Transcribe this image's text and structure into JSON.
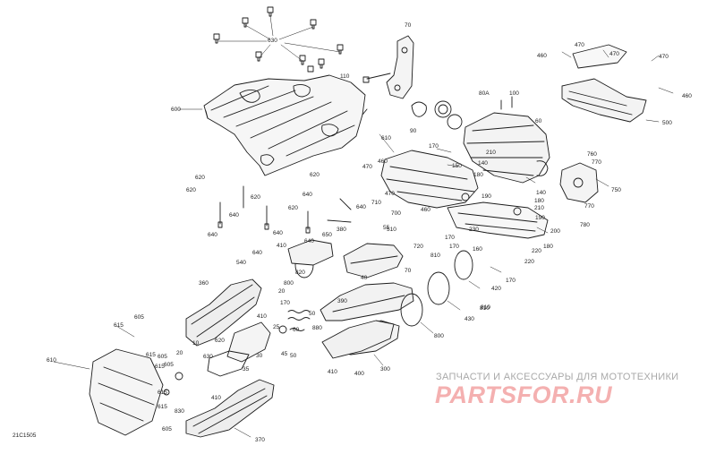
{
  "drawing_code": "21C1505",
  "watermark": {
    "caption": "ЗАПЧАСТИ И АКСЕССУАРЫ ДЛЯ МОТОТЕХНИКИ",
    "logo": "PARTSFOR.RU"
  },
  "callouts": [
    "630",
    "70",
    "110",
    "80A",
    "100",
    "600",
    "90",
    "60",
    "470",
    "460",
    "470",
    "470",
    "460",
    "500",
    "610",
    "170",
    "150",
    "140",
    "210",
    "180",
    "470",
    "460",
    "760",
    "770",
    "750",
    "620",
    "620",
    "620",
    "640",
    "620",
    "640",
    "640",
    "620",
    "470",
    "710",
    "700",
    "460",
    "190",
    "140",
    "180",
    "210",
    "190",
    "200",
    "180",
    "640",
    "640",
    "650",
    "640",
    "380",
    "720",
    "510",
    "170",
    "170",
    "770",
    "780",
    "160",
    "220",
    "170",
    "230",
    "220",
    "540",
    "410",
    "640",
    "810",
    "820",
    "800",
    "360",
    "20",
    "390",
    "400",
    "70",
    "55",
    "40",
    "420",
    "810",
    "50",
    "430",
    "800",
    "170",
    "615",
    "605",
    "615",
    "605",
    "10",
    "620",
    "410",
    "25",
    "60",
    "45",
    "50",
    "880",
    "615",
    "605",
    "615",
    "630",
    "615",
    "605",
    "410",
    "30",
    "610",
    "35",
    "20",
    "410",
    "300",
    "370",
    "830",
    "810"
  ]
}
